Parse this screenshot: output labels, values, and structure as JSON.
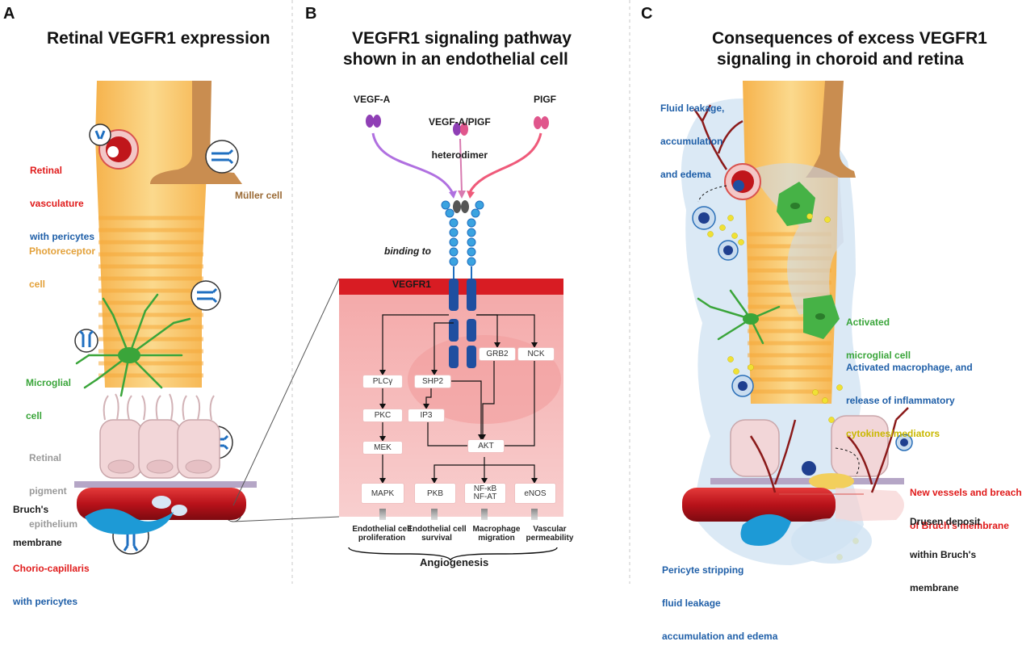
{
  "panels": {
    "a": {
      "letter": "A",
      "title": "Retinal VEGFR1 expression",
      "labels": {
        "retinal_vasculature_1": "Retinal",
        "retinal_vasculature_2": "vasculature",
        "retinal_vasculature_3": "with pericytes",
        "muller": "Müller cell",
        "photoreceptor_1": "Photoreceptor",
        "photoreceptor_2": "cell",
        "microglial_1": "Microglial",
        "microglial_2": "cell",
        "rpe_1": "Retinal",
        "rpe_2": "pigment",
        "rpe_3": "epithelium",
        "bruch_1": "Bruch's",
        "bruch_2": "membrane",
        "chorio_1": "Chorio-capillaris",
        "chorio_2": "with pericytes"
      }
    },
    "b": {
      "letter": "B",
      "title_1": "VEGFR1 signaling pathway",
      "title_2": "shown in an endothelial cell",
      "ligands": {
        "vegfa": "VEGF-A",
        "hetero_1": "VEGF-A/PIGF",
        "hetero_2": "heterodimer",
        "pigf": "PIGF"
      },
      "binding_1": "binding to",
      "binding_2": "VEGFR1",
      "nodes": {
        "plcy": "PLCγ",
        "shp2": "SHP2",
        "grb2": "GRB2",
        "nck": "NCK",
        "pkc": "PKC",
        "ip3": "IP3",
        "mek": "MEK",
        "akt": "AKT",
        "mapk": "MAPK",
        "pkb": "PKB",
        "nfkb_1": "NF-κB",
        "nfkb_2": "NF-AT",
        "enos": "eNOS"
      },
      "outcomes": {
        "o1_1": "Endothelial cell",
        "o1_2": "proliferation",
        "o2_1": "Endothelial cell",
        "o2_2": "survival",
        "o3_1": "Macrophage",
        "o3_2": "migration",
        "o4_1": "Vascular",
        "o4_2": "permeability"
      },
      "angiogenesis": "Angiogenesis"
    },
    "c": {
      "letter": "C",
      "title_1": "Consequences of excess VEGFR1",
      "title_2": "signaling in choroid and retina",
      "labels": {
        "fluid_1": "Fluid leakage,",
        "fluid_2": "accumulation",
        "fluid_3": "and edema",
        "microglia_1": "Activated",
        "microglia_2": "microglial cell",
        "macro_1": "Activated macrophage, and",
        "macro_2": "release of inflammatory",
        "macro_3": "cytokines/mediators",
        "newvessels_1": "New vessels and breach",
        "newvessels_2": "of Bruch's membrane",
        "drusen_1": "Drusen deposit",
        "drusen_2": "within Bruch's",
        "drusen_3": "membrane",
        "pericyte_1": "Pericyte stripping",
        "pericyte_2": "fluid leakage",
        "pericyte_3": "accumulation and edema"
      }
    }
  },
  "colors": {
    "red": "#e01b1b",
    "blue": "#1f5fa8",
    "orange": "#e3a13a",
    "brown": "#9a6a35",
    "green": "#3aa53a",
    "pink_cell": "#f7c5c5",
    "vessel": "#c0161b"
  }
}
